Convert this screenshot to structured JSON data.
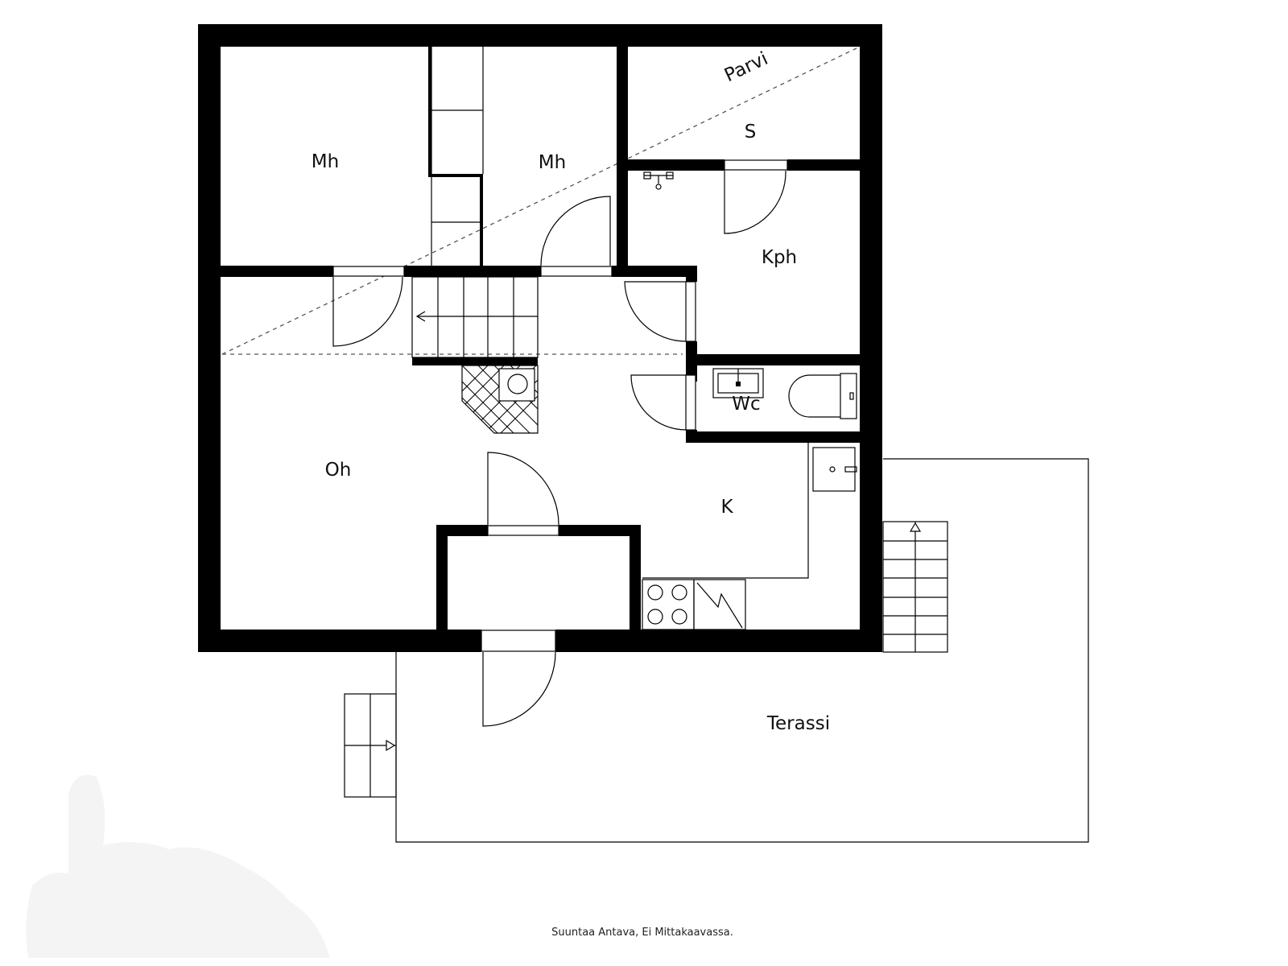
{
  "rooms": {
    "mh_left": "Mh",
    "mh_right": "Mh",
    "parvi": "Parvi",
    "storage": "S",
    "bathroom": "Kph",
    "living_room": "Oh",
    "wc": "Wc",
    "kitchen": "K",
    "terrace": "Terassi"
  },
  "footnote": "Suuntaa Antava, Ei Mittakaavassa.",
  "colors": {
    "wall": "#000000",
    "background": "#ffffff",
    "line": "#000000",
    "dashed_line": "#555555"
  }
}
